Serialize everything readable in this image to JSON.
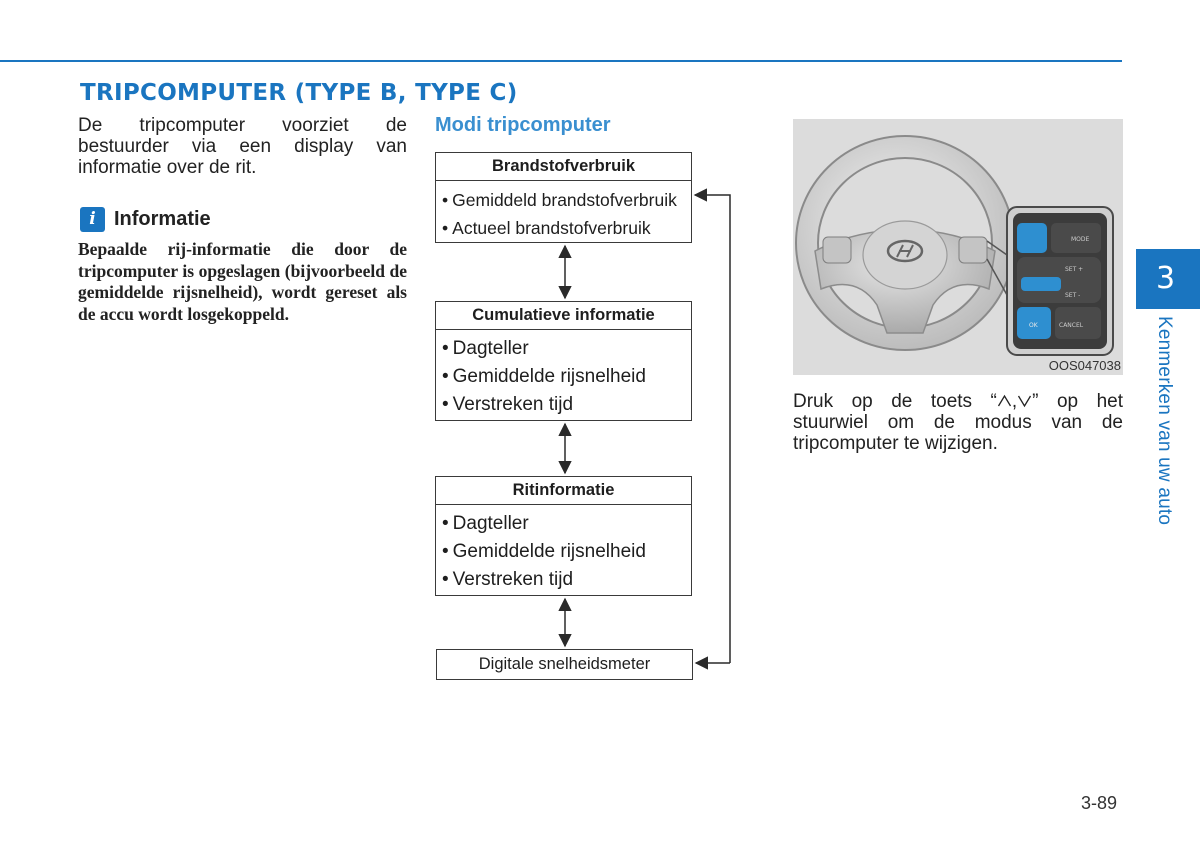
{
  "header": {
    "title": "TRIPCOMPUTER (TYPE B, TYPE C)"
  },
  "intro": {
    "text": "De tripcomputer voorziet de bestuurder via een display van informatie over de rit."
  },
  "info": {
    "icon": "info-icon",
    "icon_glyph": "i",
    "title": "Informatie",
    "body": "Bepaalde rij-informatie die door de tripcomputer is opgeslagen (bijvoorbeeld de gemiddelde rijsnelheid), wordt gereset als de accu wordt losgekoppeld."
  },
  "modes": {
    "title": "Modi tripcomputer",
    "boxes": [
      {
        "title": "Brandstofverbruik",
        "items": [
          "Gemiddeld brandstofverbruik",
          "Actueel brandstofverbruik"
        ]
      },
      {
        "title": "Cumulatieve informatie",
        "items": [
          "Dagteller",
          "Gemiddelde rijsnelheid",
          "Verstreken tijd"
        ]
      },
      {
        "title": "Ritinformatie",
        "items": [
          "Dagteller",
          "Gemiddelde rijsnelheid",
          "Verstreken tijd"
        ]
      }
    ],
    "last": "Digitale snelheidsmeter"
  },
  "figure": {
    "code": "OOS047038",
    "button_labels": [
      "MODE",
      "SET +",
      "SET -",
      "OK",
      "CANCEL"
    ]
  },
  "caption": {
    "before": "Druk op de toets “",
    "between": ",",
    "after": "” op het stuurwiel om de modus van de tripcomputer te wijzigen."
  },
  "chapter": {
    "number": "3",
    "label": "Kenmerken van uw auto"
  },
  "page": {
    "number": "3-89"
  },
  "colors": {
    "accent": "#1a75c0",
    "subheading": "#3a8fd0",
    "figure_bg": "#dcdcdc"
  }
}
